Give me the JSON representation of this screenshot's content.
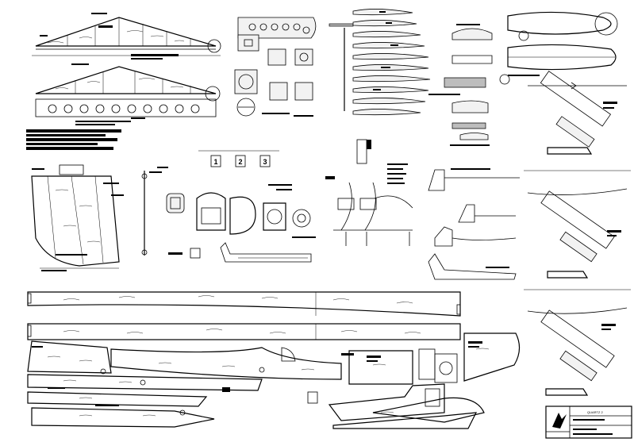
{
  "sheet": {
    "title_block_text": "QUARTZ 2",
    "step_numbers": [
      "1",
      "2",
      "3"
    ]
  },
  "colors": {
    "ink": "#000000",
    "paper": "#ffffff",
    "shade": "#bdbdbd"
  },
  "icons": {
    "title_block_logo": "bird-logo-icon"
  }
}
